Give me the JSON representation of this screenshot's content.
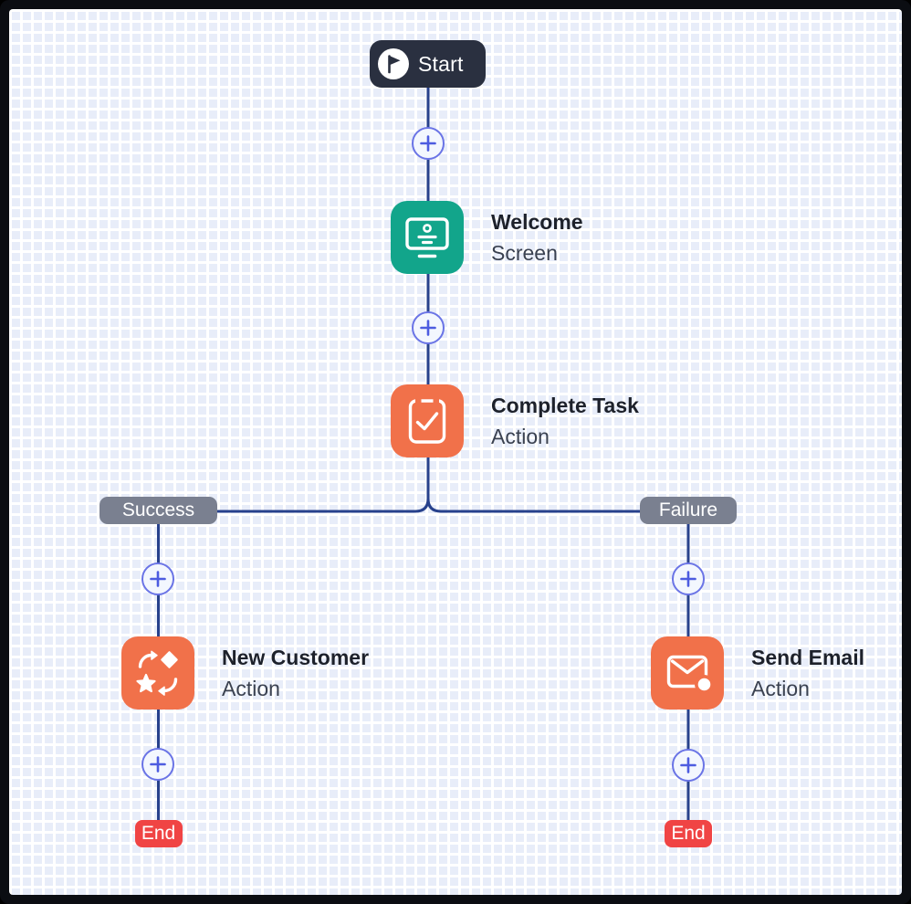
{
  "canvas": {
    "frame_color": "#0b0d12",
    "background_color": "#e8edf9",
    "grid_line_color": "#ffffff",
    "connector_color": "#27418c"
  },
  "start_node": {
    "label": "Start",
    "background": "#2a3040",
    "icon": "flag-icon"
  },
  "steps": [
    {
      "id": "welcome-screen",
      "title": "Welcome",
      "subtitle": "Screen",
      "icon": "kiosk-screen-icon",
      "color": "#12a58b"
    },
    {
      "id": "complete-task",
      "title": "Complete Task",
      "subtitle": "Action",
      "icon": "task-check-icon",
      "color": "#f1714a"
    },
    {
      "id": "new-customer",
      "title": "New Customer",
      "subtitle": "Action",
      "icon": "custom-action-icon",
      "color": "#f1714a"
    },
    {
      "id": "send-email",
      "title": "Send Email",
      "subtitle": "Action",
      "icon": "email-icon",
      "color": "#f1714a"
    }
  ],
  "branches": {
    "success": {
      "label": "Success",
      "background": "#7a8090"
    },
    "failure": {
      "label": "Failure",
      "background": "#7a8090"
    }
  },
  "end_nodes": {
    "background": "#f04444",
    "left": {
      "label": "End"
    },
    "right": {
      "label": "End"
    }
  },
  "add_button": {
    "border_color": "#6a74e6",
    "plus_color": "#4d5ce0",
    "fill": "#f3f7fe"
  }
}
